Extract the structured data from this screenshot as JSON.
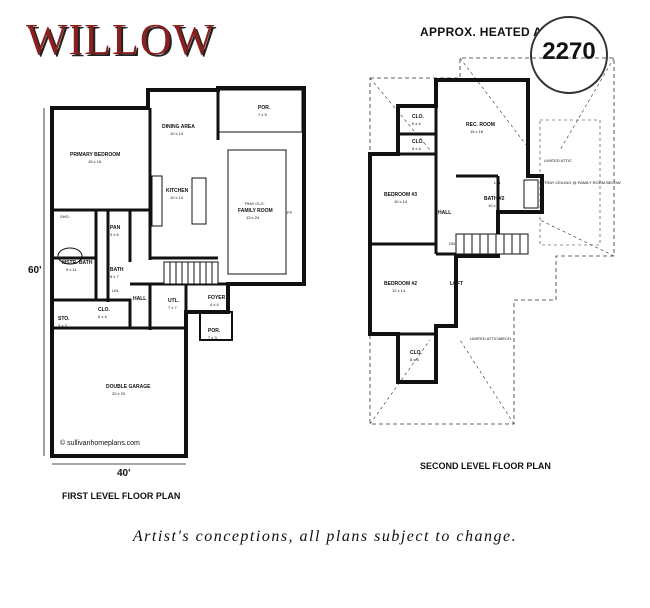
{
  "plan_name": "WILLOW",
  "heated_area_label": "APPROX. HEATED AREA",
  "heated_area_value": "2270",
  "first_level": {
    "caption": "FIRST LEVEL FLOOR PLAN",
    "depth_dim": "60'",
    "width_dim": "40'",
    "website": "© sullivanhomeplans.com",
    "rooms": {
      "primary_bedroom": "PRIMARY BEDROOM",
      "primary_bedroom_size": "15 x 16",
      "dining_area": "DINING AREA",
      "dining_area_size": "10 x 13",
      "por_top": "POR.",
      "por_top_size": "7 x 5",
      "kitchen": "KITCHEN",
      "kitchen_size": "10 x 14",
      "family_room_note": "TRAY CLG.",
      "family_room": "FAMILY ROOM",
      "family_room_size": "13 x 24",
      "fp": "FP",
      "shower": "SHO.",
      "pan": "PAN",
      "pan_size": "3 x 6",
      "master_bath": "MSTR. BATH",
      "master_bath_size": "9 x 11",
      "bath": "BATH",
      "bath_size": "5 x 7",
      "clo": "CLO.",
      "clo_size": "6 x 4",
      "lin": "LIN.",
      "hall": "HALL",
      "utl": "UTL.",
      "utl_size": "7 x 7",
      "foyer": "FOYER",
      "foyer_size": "4 x 4",
      "sto": "STO.",
      "sto_size": "3 x 3",
      "por_bottom": "POR.",
      "por_bottom_size": "7 x 3",
      "garage": "DOUBLE GARAGE",
      "garage_size": "20 x 20"
    }
  },
  "second_level": {
    "caption": "SECOND LEVEL FLOOR PLAN",
    "rooms": {
      "clo1": "CLO.",
      "clo1_size": "6 x 4",
      "clo2": "CLO.",
      "clo2_size": "6 x 4",
      "rec_room": "REC. ROOM",
      "rec_room_size": "15 x 16",
      "attic_a": "LIMITED ATTIC",
      "tray_note": "TRAY CEILING @ FAMILY ROOM BELOW",
      "bedroom3": "BEDROOM #3",
      "bedroom3_size": "10 x 14",
      "lin": "LIN.",
      "bath2": "BATH #2",
      "bath2_size": "10 x 5",
      "hall": "HALL",
      "dn": "DN",
      "bedroom2": "BEDROOM #2",
      "bedroom2_size": "12 x 14",
      "loft": "LOFT",
      "attic_b": "LIMITED ATTIC/MECH.",
      "clo3": "CLO.",
      "clo3_size": "6 x 6"
    }
  },
  "disclaimer": "Artist's conceptions, all plans subject to change."
}
